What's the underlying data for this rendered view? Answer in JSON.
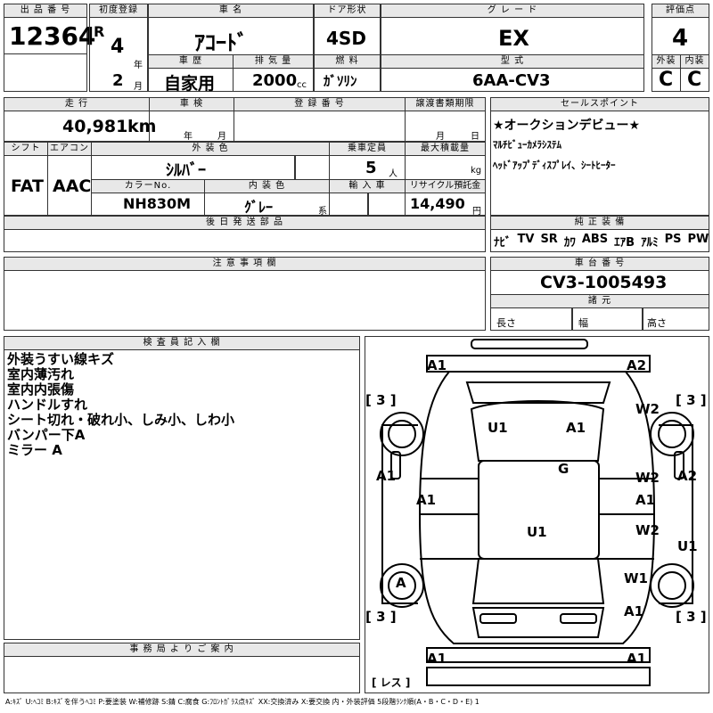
{
  "header": {
    "lot_no_label": "出 品 番 号",
    "lot_no": "12364",
    "first_reg_label": "初度登録",
    "era": "R",
    "year": "4",
    "year_unit": "年",
    "month": "2",
    "month_unit": "月",
    "car_name_label": "車 名",
    "car_name": "ｱｺｰﾄﾞ",
    "history_label": "車 歴",
    "history": "自家用",
    "displacement_label": "排 気 量",
    "displacement": "2000",
    "displacement_unit": "cc",
    "door_label": "ドア形状",
    "door": "4SD",
    "fuel_label": "燃 料",
    "fuel": "ｶﾞｿﾘﾝ",
    "grade_label": "グ レ ー ド",
    "grade": "EX",
    "model_label": "型 式",
    "model": "6AA-CV3",
    "score_label": "評価点",
    "score": "4",
    "ext_label": "外装",
    "ext": "C",
    "int_label": "内装",
    "int": "C"
  },
  "row2": {
    "mileage_label": "走 行",
    "mileage": "40,981",
    "mileage_unit": "km",
    "inspection_label": "車 検",
    "inspection_year_unit": "年",
    "inspection_month_unit": "月",
    "reg_no_label": "登 録 番 号",
    "transfer_label": "譲渡書類期限",
    "transfer_month_unit": "月",
    "transfer_day_unit": "日",
    "shift_label": "シフト",
    "shift": "FAT",
    "ac_label": "エアコン",
    "ac": "AAC",
    "exterior_color_label": "外 装 色",
    "exterior_color": "ｼﾙﾊﾞｰ",
    "capacity_label": "乗車定員",
    "capacity": "5",
    "capacity_unit": "人",
    "max_load_label": "最大積載量",
    "max_load_unit": "kg",
    "color_no_label": "カラーNo.",
    "color_no": "NH830M",
    "interior_color_label": "内 装 色",
    "interior_color": "ｸﾞﾚｰ",
    "interior_unit": "系",
    "import_label": "輸 入 車",
    "recycle_label": "リサイクル預託金",
    "recycle": "14,490",
    "recycle_unit": "円",
    "later_parts_label": "後 日 発 送 部 品"
  },
  "sales": {
    "label": "セールスポイント",
    "lines": [
      "★オークションデビュー★",
      "ﾏﾙﾁﾋﾞｭｰｶﾒﾗｼｽﾃﾑ",
      "ﾍｯﾄﾞｱｯﾌﾟﾃﾞｨｽﾌﾟﾚｲ、ｼｰﾄﾋｰﾀｰ"
    ]
  },
  "equipment": {
    "label": "純 正 装 備",
    "items": [
      "ﾅﾋﾞ",
      "TV",
      "SR",
      "ｶﾜ",
      "ABS",
      "ｴｱB",
      "ｱﾙﾐ",
      "PS",
      "PW"
    ]
  },
  "notes": {
    "label": "注 意 事 項 欄"
  },
  "chassis": {
    "label": "車 台 番 号",
    "value": "CV3-1005493",
    "spec_label": "諸 元",
    "length_label": "長さ",
    "width_label": "幅",
    "height_label": "高さ"
  },
  "inspector": {
    "label": "検 査 員 記 入 欄",
    "lines": [
      "外装うすい線キズ",
      "室内薄汚れ",
      "室内内張傷",
      "ハンドルすれ",
      "シート切れ・破れ小、しみ小、しわ小",
      "バンパー下A",
      "ミラー A"
    ]
  },
  "office": {
    "label": "事 務 局 よ り ご 案 内"
  },
  "diagram": {
    "marks": {
      "fl": "A1",
      "fr": "A2",
      "u1_top": "U1",
      "a1_top": "A1",
      "g": "G",
      "left_a1": "A1",
      "right_a2": "A2",
      "w2_r": "W2",
      "w2_r2": "W2",
      "a1_rmid": "A1",
      "w2_r3": "W2",
      "a1_lmid": "A1",
      "u1_mid": "U1",
      "u1_r": "U1",
      "a_l": "A",
      "w1_r": "W1",
      "a1_r": "A1",
      "bl": "A1",
      "br": "A1"
    },
    "tires": {
      "tl": "[ 3 ]",
      "tr": "[ 3 ]",
      "bl": "[ 3 ]",
      "br": "[ 3 ]"
    },
    "spare": "[ レス ]"
  },
  "legend": "A:ｷｽﾞ U:ﾍｺﾐ B:ｷｽﾞを伴うﾍｺﾐ P:要塗装 W:補修跡 S:錆 C:腐食 G:ﾌﾛﾝﾄｶﾞﾗｽ点ｷｽﾞ XX:交換済み X:要交換 内・外装評価 5段階ﾗﾝｸ順(A・B・C・D・E) 1"
}
